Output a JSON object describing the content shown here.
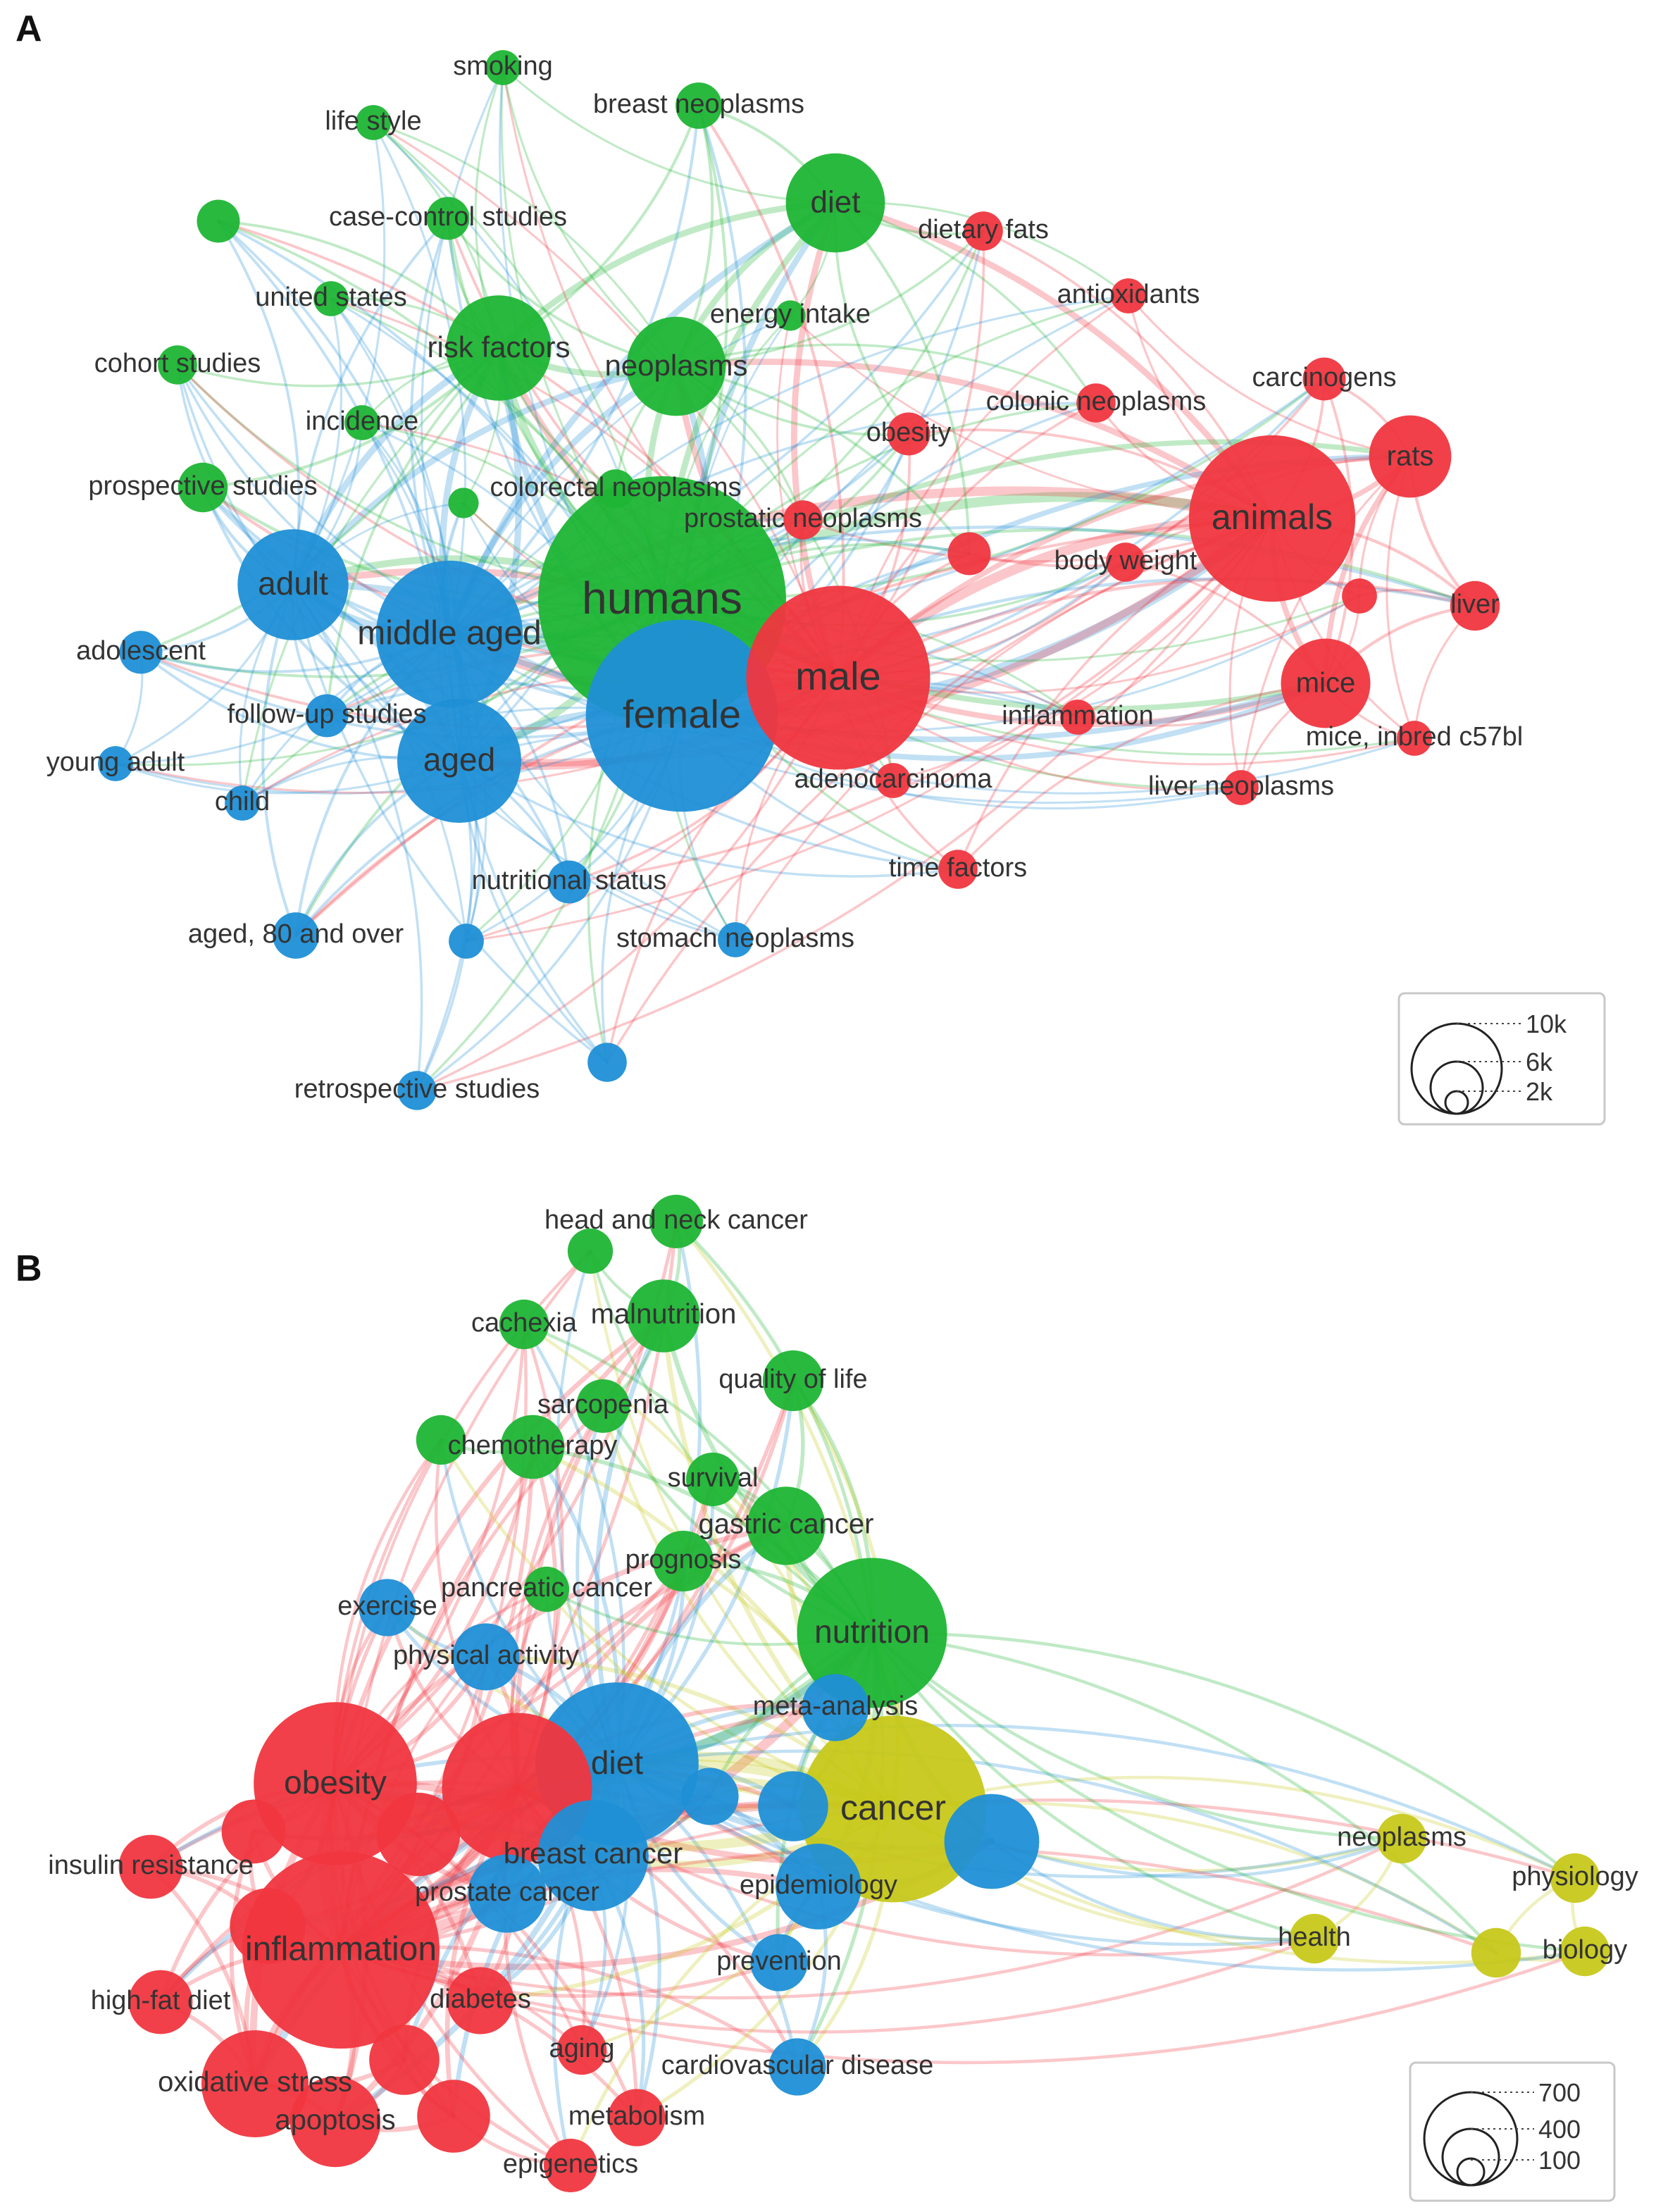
{
  "colors": {
    "red": "#f0363f",
    "green": "#1db534",
    "blue": "#1f8fd6",
    "yellow": "#c7c81a"
  },
  "panels": [
    {
      "label": "A",
      "legend": [
        "10k",
        "6k",
        "2k"
      ],
      "nodes": [
        {
          "id": "humans",
          "label": "humans",
          "cluster": "green",
          "size": 10000
        },
        {
          "id": "female",
          "label": "female",
          "cluster": "blue",
          "size": 6000
        },
        {
          "id": "male",
          "label": "male",
          "cluster": "red",
          "size": 5500
        },
        {
          "id": "animals",
          "label": "animals",
          "cluster": "red",
          "size": 4500
        },
        {
          "id": "middle_aged",
          "label": "middle aged",
          "cluster": "blue",
          "size": 3500
        },
        {
          "id": "aged",
          "label": "aged",
          "cluster": "blue",
          "size": 2500
        },
        {
          "id": "adult",
          "label": "adult",
          "cluster": "blue",
          "size": 2000
        },
        {
          "id": "risk_factors",
          "label": "risk factors",
          "cluster": "green",
          "size": 1800
        },
        {
          "id": "neoplasms",
          "label": "neoplasms",
          "cluster": "green",
          "size": 1600
        },
        {
          "id": "diet",
          "label": "diet",
          "cluster": "green",
          "size": 1600
        },
        {
          "id": "mice",
          "label": "mice",
          "cluster": "red",
          "size": 1300
        },
        {
          "id": "rats",
          "label": "rats",
          "cluster": "red",
          "size": 1100
        },
        {
          "id": "breast_neoplasms",
          "label": "breast neoplasms",
          "cluster": "green",
          "size": 350
        },
        {
          "id": "smoking",
          "label": "smoking",
          "cluster": "green",
          "size": 200
        },
        {
          "id": "life_style",
          "label": "life style",
          "cluster": "green",
          "size": 200
        },
        {
          "id": "case_control",
          "label": "case-control studies",
          "cluster": "green",
          "size": 300
        },
        {
          "id": "united_states",
          "label": "united states",
          "cluster": "green",
          "size": 200
        },
        {
          "id": "cohort_studies",
          "label": "cohort studies",
          "cluster": "green",
          "size": 250
        },
        {
          "id": "incidence",
          "label": "incidence",
          "cluster": "green",
          "size": 200
        },
        {
          "id": "prospective",
          "label": "prospective studies",
          "cluster": "green",
          "size": 400
        },
        {
          "id": "colorectal",
          "label": "colorectal neoplasms",
          "cluster": "green",
          "size": 250
        },
        {
          "id": "energy_intake",
          "label": "energy intake",
          "cluster": "green",
          "size": 150
        },
        {
          "id": "g_unl1",
          "label": "",
          "cluster": "green",
          "size": 300
        },
        {
          "id": "g_unl2",
          "label": "",
          "cluster": "green",
          "size": 150
        },
        {
          "id": "dietary_fats",
          "label": "dietary fats",
          "cluster": "red",
          "size": 250
        },
        {
          "id": "antioxidants",
          "label": "antioxidants",
          "cluster": "red",
          "size": 200
        },
        {
          "id": "carcinogens",
          "label": "carcinogens",
          "cluster": "red",
          "size": 300
        },
        {
          "id": "colonic",
          "label": "colonic neoplasms",
          "cluster": "red",
          "size": 250
        },
        {
          "id": "obesity",
          "label": "obesity",
          "cluster": "red",
          "size": 300
        },
        {
          "id": "prostatic",
          "label": "prostatic neoplasms",
          "cluster": "red",
          "size": 250
        },
        {
          "id": "body_weight",
          "label": "body weight",
          "cluster": "red",
          "size": 250
        },
        {
          "id": "r_unl1",
          "label": "",
          "cluster": "red",
          "size": 300
        },
        {
          "id": "r_unl2",
          "label": "",
          "cluster": "red",
          "size": 200
        },
        {
          "id": "liver",
          "label": "liver",
          "cluster": "red",
          "size": 400
        },
        {
          "id": "mice_inbred",
          "label": "mice, inbred c57bl",
          "cluster": "red",
          "size": 200
        },
        {
          "id": "inflammation",
          "label": "inflammation",
          "cluster": "red",
          "size": 200
        },
        {
          "id": "liver_neoplasms",
          "label": "liver neoplasms",
          "cluster": "red",
          "size": 200
        },
        {
          "id": "adenocarcinoma",
          "label": "adenocarcinoma",
          "cluster": "red",
          "size": 200
        },
        {
          "id": "time_factors",
          "label": "time factors",
          "cluster": "red",
          "size": 250
        },
        {
          "id": "adolescent",
          "label": "adolescent",
          "cluster": "blue",
          "size": 300
        },
        {
          "id": "follow_up",
          "label": "follow-up studies",
          "cluster": "blue",
          "size": 300
        },
        {
          "id": "young_adult",
          "label": "young adult",
          "cluster": "blue",
          "size": 200
        },
        {
          "id": "child",
          "label": "child",
          "cluster": "blue",
          "size": 200
        },
        {
          "id": "nutritional_status",
          "label": "nutritional status",
          "cluster": "blue",
          "size": 300
        },
        {
          "id": "aged80",
          "label": "aged, 80 and over",
          "cluster": "blue",
          "size": 350
        },
        {
          "id": "b_unl1",
          "label": "",
          "cluster": "blue",
          "size": 200
        },
        {
          "id": "stomach",
          "label": "stomach neoplasms",
          "cluster": "blue",
          "size": 200
        },
        {
          "id": "retrospective",
          "label": "retrospective studies",
          "cluster": "blue",
          "size": 250
        },
        {
          "id": "b_unl2",
          "label": "",
          "cluster": "blue",
          "size": 250
        }
      ]
    },
    {
      "label": "B",
      "legend": [
        "700",
        "400",
        "100"
      ],
      "nodes": [
        {
          "id": "head_neck",
          "label": "head and neck cancer",
          "cluster": "green",
          "size": 70
        },
        {
          "id": "g_unlB1",
          "label": "",
          "cluster": "green",
          "size": 50
        },
        {
          "id": "cachexia",
          "label": "cachexia",
          "cluster": "green",
          "size": 60
        },
        {
          "id": "malnutrition",
          "label": "malnutrition",
          "cluster": "green",
          "size": 130
        },
        {
          "id": "quality_life",
          "label": "quality of life",
          "cluster": "green",
          "size": 90
        },
        {
          "id": "sarcopenia",
          "label": "sarcopenia",
          "cluster": "green",
          "size": 70
        },
        {
          "id": "chemotherapy",
          "label": "chemotherapy",
          "cluster": "green",
          "size": 100
        },
        {
          "id": "g_unlB2",
          "label": "",
          "cluster": "green",
          "size": 60
        },
        {
          "id": "survival",
          "label": "survival",
          "cluster": "green",
          "size": 70
        },
        {
          "id": "gastric",
          "label": "gastric cancer",
          "cluster": "green",
          "size": 150
        },
        {
          "id": "prognosis",
          "label": "prognosis",
          "cluster": "green",
          "size": 90
        },
        {
          "id": "pancreatic",
          "label": "pancreatic cancer",
          "cluster": "green",
          "size": 50
        },
        {
          "id": "nutrition",
          "label": "nutrition",
          "cluster": "green",
          "size": 550
        },
        {
          "id": "exercise",
          "label": "exercise",
          "cluster": "blue",
          "size": 80
        },
        {
          "id": "physical_activity",
          "label": "physical activity",
          "cluster": "blue",
          "size": 110
        },
        {
          "id": "meta_analysis",
          "label": "meta-analysis",
          "cluster": "blue",
          "size": 110
        },
        {
          "id": "diet_b",
          "label": "diet",
          "cluster": "blue",
          "size": 650
        },
        {
          "id": "breast_cancer",
          "label": "breast cancer",
          "cluster": "blue",
          "size": 300
        },
        {
          "id": "prostate_cancer",
          "label": "prostate cancer",
          "cluster": "blue",
          "size": 150
        },
        {
          "id": "epidemiology",
          "label": "epidemiology",
          "cluster": "blue",
          "size": 180
        },
        {
          "id": "prevention",
          "label": "prevention",
          "cluster": "blue",
          "size": 80
        },
        {
          "id": "cardiovascular",
          "label": "cardiovascular disease",
          "cluster": "blue",
          "size": 80
        },
        {
          "id": "b_unlB1",
          "label": "",
          "cluster": "blue",
          "size": 80
        },
        {
          "id": "b_unlB2",
          "label": "",
          "cluster": "blue",
          "size": 120
        },
        {
          "id": "b_unlB3",
          "label": "",
          "cluster": "blue",
          "size": 220
        },
        {
          "id": "cancer",
          "label": "cancer",
          "cluster": "yellow",
          "size": 850
        },
        {
          "id": "neoplasms_b",
          "label": "neoplasms",
          "cluster": "yellow",
          "size": 60
        },
        {
          "id": "physiology",
          "label": "physiology",
          "cluster": "yellow",
          "size": 60
        },
        {
          "id": "health",
          "label": "health",
          "cluster": "yellow",
          "size": 60
        },
        {
          "id": "y_unl",
          "label": "",
          "cluster": "yellow",
          "size": 60
        },
        {
          "id": "biology",
          "label": "biology",
          "cluster": "yellow",
          "size": 60
        },
        {
          "id": "obesity_b",
          "label": "obesity",
          "cluster": "red",
          "size": 650
        },
        {
          "id": "r_big",
          "label": "",
          "cluster": "red",
          "size": 550
        },
        {
          "id": "inflammation_b",
          "label": "inflammation",
          "cluster": "red",
          "size": 950
        },
        {
          "id": "insulin",
          "label": "insulin resistance",
          "cluster": "red",
          "size": 100
        },
        {
          "id": "r_unlB1",
          "label": "",
          "cluster": "red",
          "size": 100
        },
        {
          "id": "r_unlB2",
          "label": "",
          "cluster": "red",
          "size": 170
        },
        {
          "id": "r_unlB3",
          "label": "",
          "cluster": "red",
          "size": 140
        },
        {
          "id": "high_fat",
          "label": "high-fat diet",
          "cluster": "red",
          "size": 100
        },
        {
          "id": "diabetes",
          "label": "diabetes",
          "cluster": "red",
          "size": 110
        },
        {
          "id": "oxidative",
          "label": "oxidative stress",
          "cluster": "red",
          "size": 280
        },
        {
          "id": "apoptosis",
          "label": "apoptosis",
          "cluster": "red",
          "size": 200
        },
        {
          "id": "r_unlB4",
          "label": "",
          "cluster": "red",
          "size": 120
        },
        {
          "id": "aging",
          "label": "aging",
          "cluster": "red",
          "size": 60
        },
        {
          "id": "r_unlB5",
          "label": "",
          "cluster": "red",
          "size": 130
        },
        {
          "id": "metabolism",
          "label": "metabolism",
          "cluster": "red",
          "size": 80
        },
        {
          "id": "epigenetics",
          "label": "epigenetics",
          "cluster": "red",
          "size": 70
        }
      ]
    }
  ]
}
